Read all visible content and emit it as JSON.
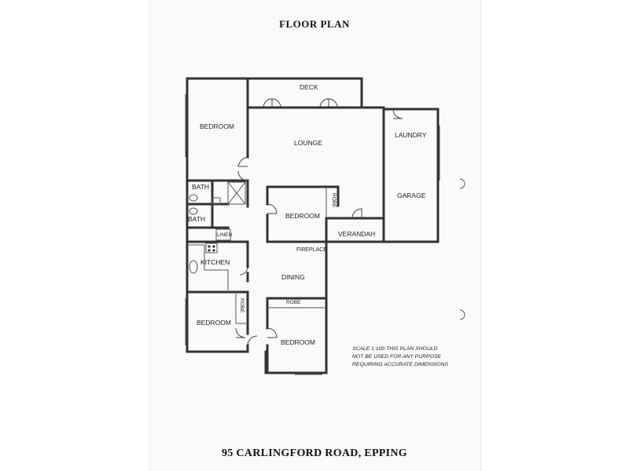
{
  "title": "FLOOR PLAN",
  "address": "95 CARLINGFORD ROAD, EPPING",
  "rooms": {
    "deck": "DECK",
    "bedroom_nw": "BEDROOM",
    "lounge": "LOUNGE",
    "laundry": "LAUNDRY",
    "garage": "GARAGE",
    "bath_1": "BATH",
    "bath_2": "BATH",
    "bedroom_mid": "BEDROOM",
    "robe_mid": "ROBE",
    "verandah": "VERANDAH",
    "linen": "LINEN",
    "fireplace": "FIREPLACE",
    "kitchen": "KITCHEN",
    "dining": "DINING",
    "robe_sw": "ROBE",
    "robe_s": "ROBE",
    "bedroom_sw": "BEDROOM",
    "bedroom_s": "BEDROOM"
  },
  "note": {
    "line1": "SCALE  1:100  THIS PLAN SHOULD",
    "line2": "NOT BE USED FOR ANY PURPOSE",
    "line3": "REQUIRING ACCURATE DIMENSIONS"
  }
}
